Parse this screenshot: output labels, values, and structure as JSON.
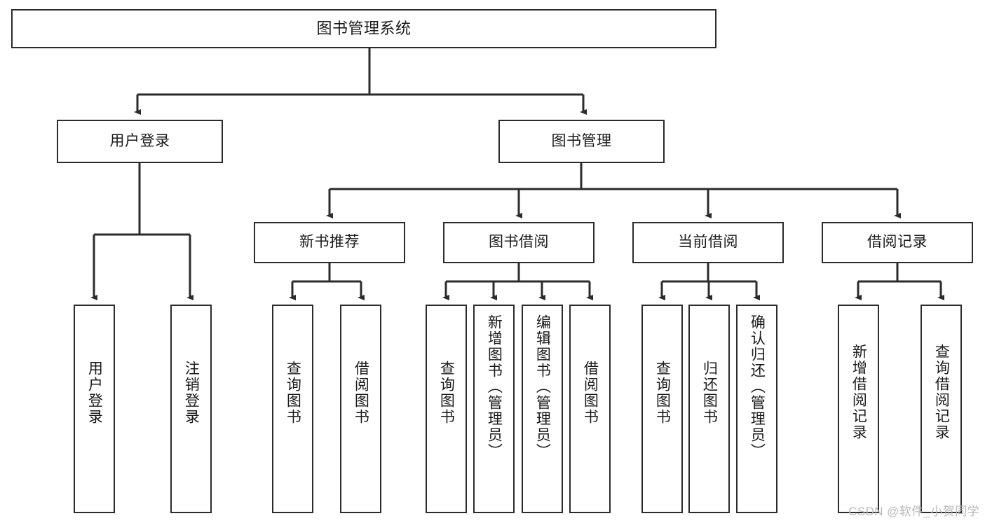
{
  "diagram": {
    "title": "图书管理系统",
    "type": "tree-hierarchy",
    "colors": {
      "box_border": "#2b2b2b",
      "box_fill": "#ffffff",
      "line": "#2b2b2b",
      "text": "#1a1a1a",
      "watermark": "#b9b9b9"
    },
    "root": {
      "label": "图书管理系统"
    },
    "level2": [
      {
        "label": "用户登录"
      },
      {
        "label": "图书管理"
      }
    ],
    "level3": [
      {
        "label": "新书推荐"
      },
      {
        "label": "图书借阅"
      },
      {
        "label": "当前借阅"
      },
      {
        "label": "借阅记录"
      }
    ],
    "leaves": {
      "user_login": [
        {
          "label": "用户登录"
        },
        {
          "label": "注销登录"
        }
      ],
      "new_book_recommend": [
        {
          "label": "查询图书"
        },
        {
          "label": "借阅图书"
        }
      ],
      "book_borrow": [
        {
          "label": "查询图书"
        },
        {
          "label": "新增图书（管理员）"
        },
        {
          "label": "编辑图书（管理员）"
        },
        {
          "label": "借阅图书"
        }
      ],
      "current_borrow": [
        {
          "label": "查询图书"
        },
        {
          "label": "归还图书"
        },
        {
          "label": "确认归还（管理员）"
        }
      ],
      "borrow_record": [
        {
          "label": "新增借阅记录"
        },
        {
          "label": "查询借阅记录"
        }
      ]
    }
  },
  "watermark": {
    "text": "CSDN @软件_小贺同学"
  }
}
